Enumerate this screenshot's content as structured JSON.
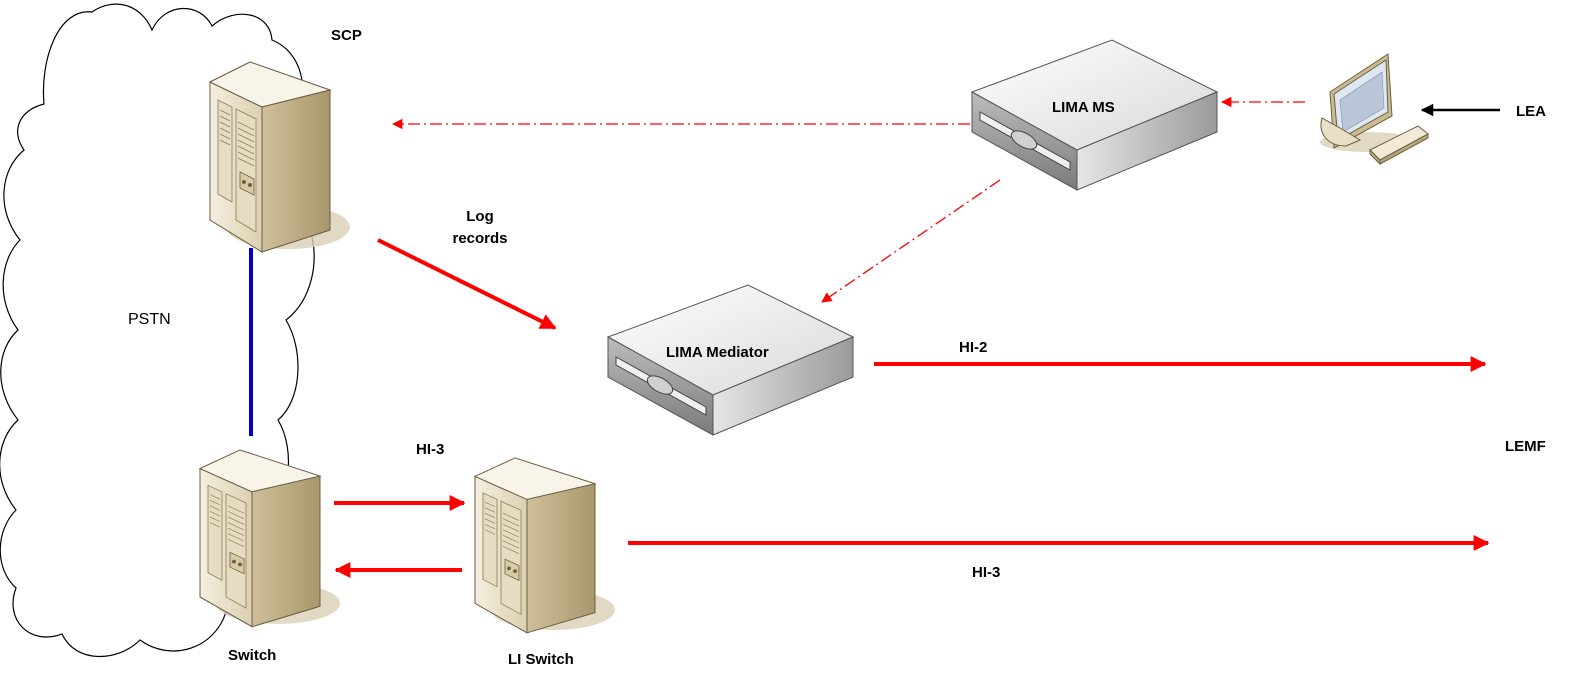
{
  "diagram": {
    "cloud_label": "PSTN",
    "nodes": {
      "scp": {
        "label": "SCP",
        "icon": "tower-server-icon"
      },
      "switch": {
        "label": "Switch",
        "icon": "tower-server-icon"
      },
      "li_switch": {
        "label": "LI Switch",
        "icon": "tower-server-icon"
      },
      "lima_mediator": {
        "label": "LIMA Mediator",
        "icon": "rack-appliance-icon"
      },
      "lima_ms": {
        "label": "LIMA MS",
        "icon": "rack-appliance-icon"
      },
      "lea": {
        "label": "LEA",
        "icon": "workstation-icon"
      },
      "lemf": {
        "label": "LEMF"
      }
    },
    "edge_labels": {
      "log_records": "Log\nrecords",
      "hi2": "HI-2",
      "hi3_top": "HI-3",
      "hi3_bottom": "HI-3"
    },
    "colors": {
      "red_link": "#ff0000",
      "blue_link": "#0000cc",
      "server_face": "#efe8d6",
      "server_side": "#c9b98f",
      "appliance_top": "#f4f4f4",
      "appliance_side": "#8a8a8a"
    }
  }
}
